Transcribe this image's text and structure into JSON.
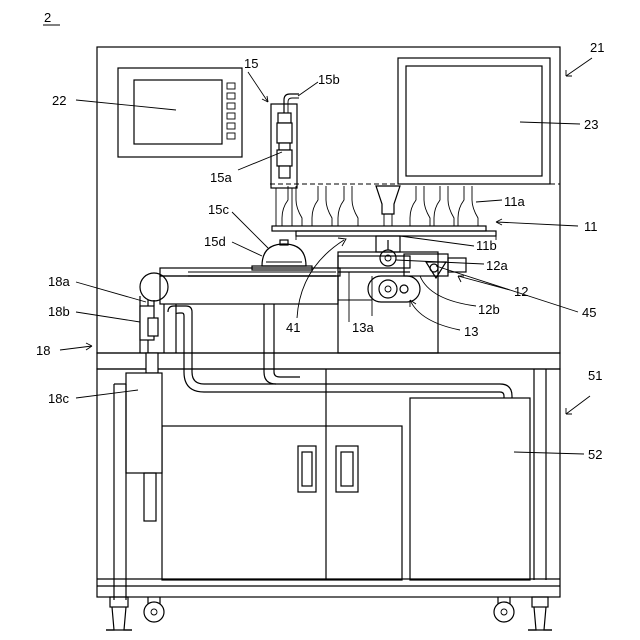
{
  "figure": {
    "number": "2"
  },
  "labels": [
    {
      "id": "l21",
      "text": "21"
    },
    {
      "id": "l15",
      "text": "15"
    },
    {
      "id": "l15b",
      "text": "15b"
    },
    {
      "id": "l22",
      "text": "22"
    },
    {
      "id": "l23",
      "text": "23"
    },
    {
      "id": "l15a",
      "text": "15a"
    },
    {
      "id": "l11a",
      "text": "11a"
    },
    {
      "id": "l11",
      "text": "11"
    },
    {
      "id": "l15c",
      "text": "15c"
    },
    {
      "id": "l15d",
      "text": "15d"
    },
    {
      "id": "l11b",
      "text": "11b"
    },
    {
      "id": "l12a",
      "text": "12a"
    },
    {
      "id": "l18a",
      "text": "18a"
    },
    {
      "id": "l12",
      "text": "12"
    },
    {
      "id": "l12b",
      "text": "12b"
    },
    {
      "id": "l45",
      "text": "45"
    },
    {
      "id": "l18b",
      "text": "18b"
    },
    {
      "id": "l41",
      "text": "41"
    },
    {
      "id": "l13a",
      "text": "13a"
    },
    {
      "id": "l13",
      "text": "13"
    },
    {
      "id": "l18",
      "text": "18"
    },
    {
      "id": "l51",
      "text": "51"
    },
    {
      "id": "l18c",
      "text": "18c"
    },
    {
      "id": "l52",
      "text": "52"
    }
  ]
}
